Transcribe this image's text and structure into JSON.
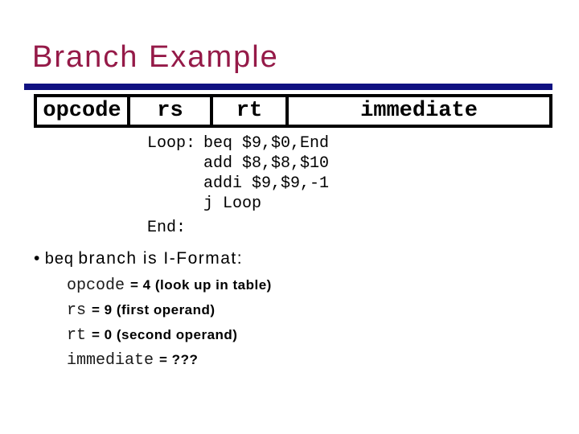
{
  "slide": {
    "title": "Branch Example",
    "colors": {
      "title": "#951a48",
      "rule": "#101181",
      "text": "#000000",
      "table_border": "#000000",
      "background": "#ffffff"
    },
    "format_table": {
      "fields": [
        "opcode",
        "rs",
        "rt",
        "immediate"
      ]
    },
    "code": {
      "loop_label": "Loop:",
      "instructions": "beq $9,$0,End\nadd $8,$8,$10\naddi $9,$9,-1\nj Loop",
      "end_label": "End:"
    },
    "bullet": {
      "marker": "•",
      "keyword": "beq",
      "text": "branch is I-Format:"
    },
    "fields": [
      {
        "name": "opcode",
        "value": "= 4 (look up in table)"
      },
      {
        "name": "rs",
        "value": "= 9 (first operand)"
      },
      {
        "name": "rt",
        "value": "= 0 (second operand)"
      },
      {
        "name": "immediate",
        "value": "= ???"
      }
    ]
  }
}
